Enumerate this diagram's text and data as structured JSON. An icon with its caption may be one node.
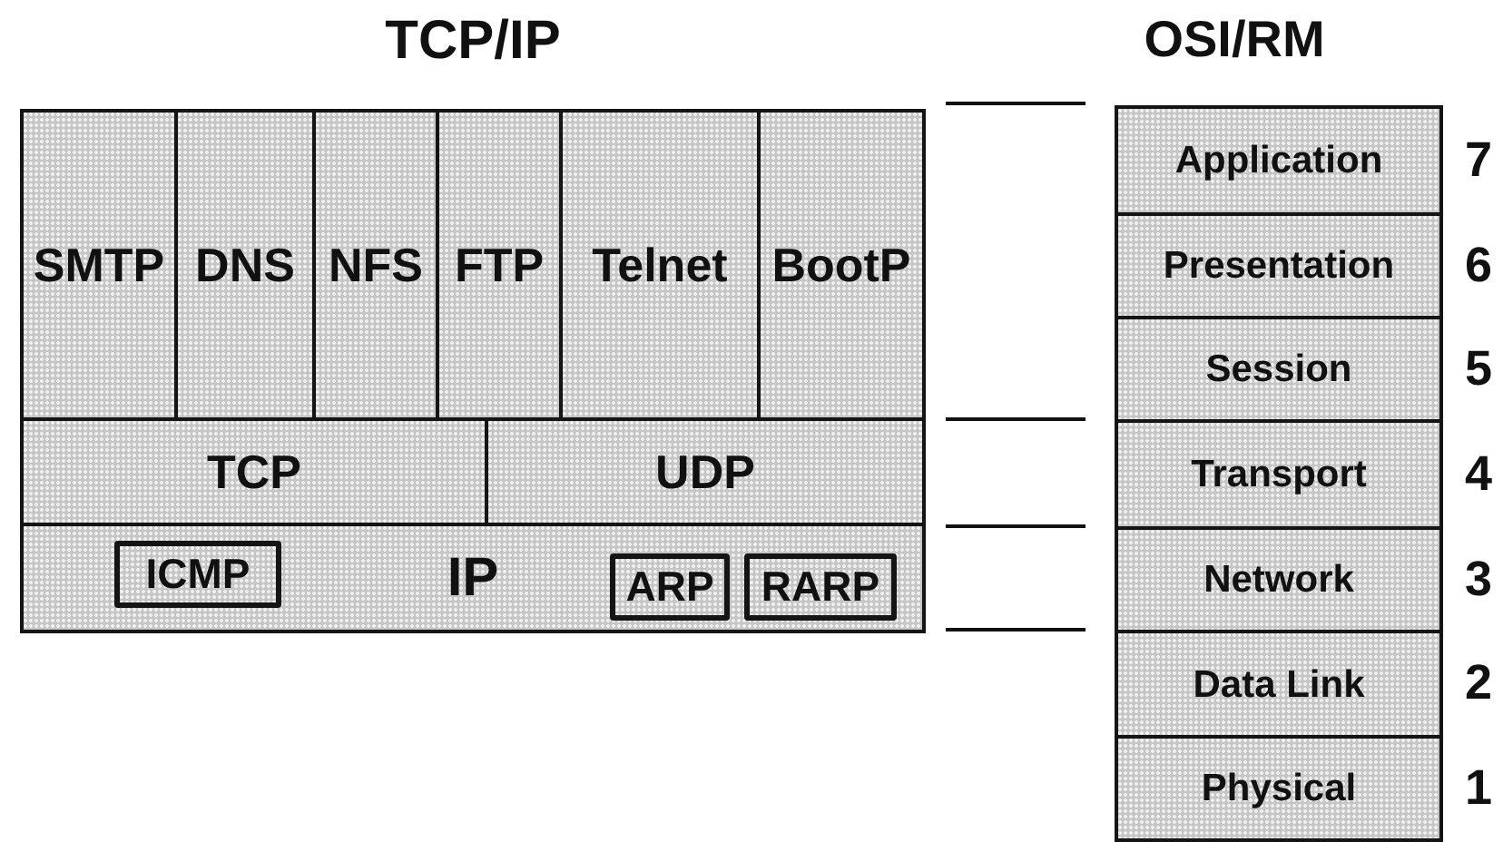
{
  "diagram": {
    "nodes": [
      {
        "text": [
          "TCP/IP"
        ]
      },
      {
        "text": [
          "SMTP"
        ],
        "in": 0
      },
      {
        "text": [
          "DNS"
        ],
        "in": 0
      },
      {
        "text": [
          "NFS"
        ],
        "in": 0
      },
      {
        "text": [
          "FTP"
        ],
        "in": 0
      },
      {
        "text": [
          "Telnet"
        ],
        "in": 0
      },
      {
        "text": [
          "BootP"
        ],
        "in": 0
      },
      {
        "text": [
          "TCP"
        ],
        "in": 0
      },
      {
        "text": [
          "UDP"
        ],
        "in": 0
      },
      {
        "text": [
          "IP"
        ],
        "in": 0
      },
      {
        "text": [
          "ICMP"
        ],
        "in": 9
      },
      {
        "text": [
          "ARP"
        ],
        "in": 9
      },
      {
        "text": [
          "RARP"
        ],
        "in": 9
      },
      {
        "text": [
          "OSI/RM"
        ]
      },
      {
        "text": [
          "Application"
        ],
        "in": 13,
        "beside": [
          "7"
        ]
      },
      {
        "text": [
          "Presentation"
        ],
        "in": 13,
        "beside": [
          "6"
        ]
      },
      {
        "text": [
          "Session"
        ],
        "in": 13,
        "beside": [
          "5"
        ]
      },
      {
        "text": [
          "Transport"
        ],
        "in": 13,
        "beside": [
          "4"
        ]
      },
      {
        "text": [
          "Network"
        ],
        "in": 13,
        "beside": [
          "3"
        ]
      },
      {
        "text": [
          "Data Link"
        ],
        "in": 13,
        "beside": [
          "2"
        ]
      },
      {
        "text": [
          "Physical"
        ],
        "in": 13,
        "beside": [
          "1"
        ]
      }
    ]
  }
}
